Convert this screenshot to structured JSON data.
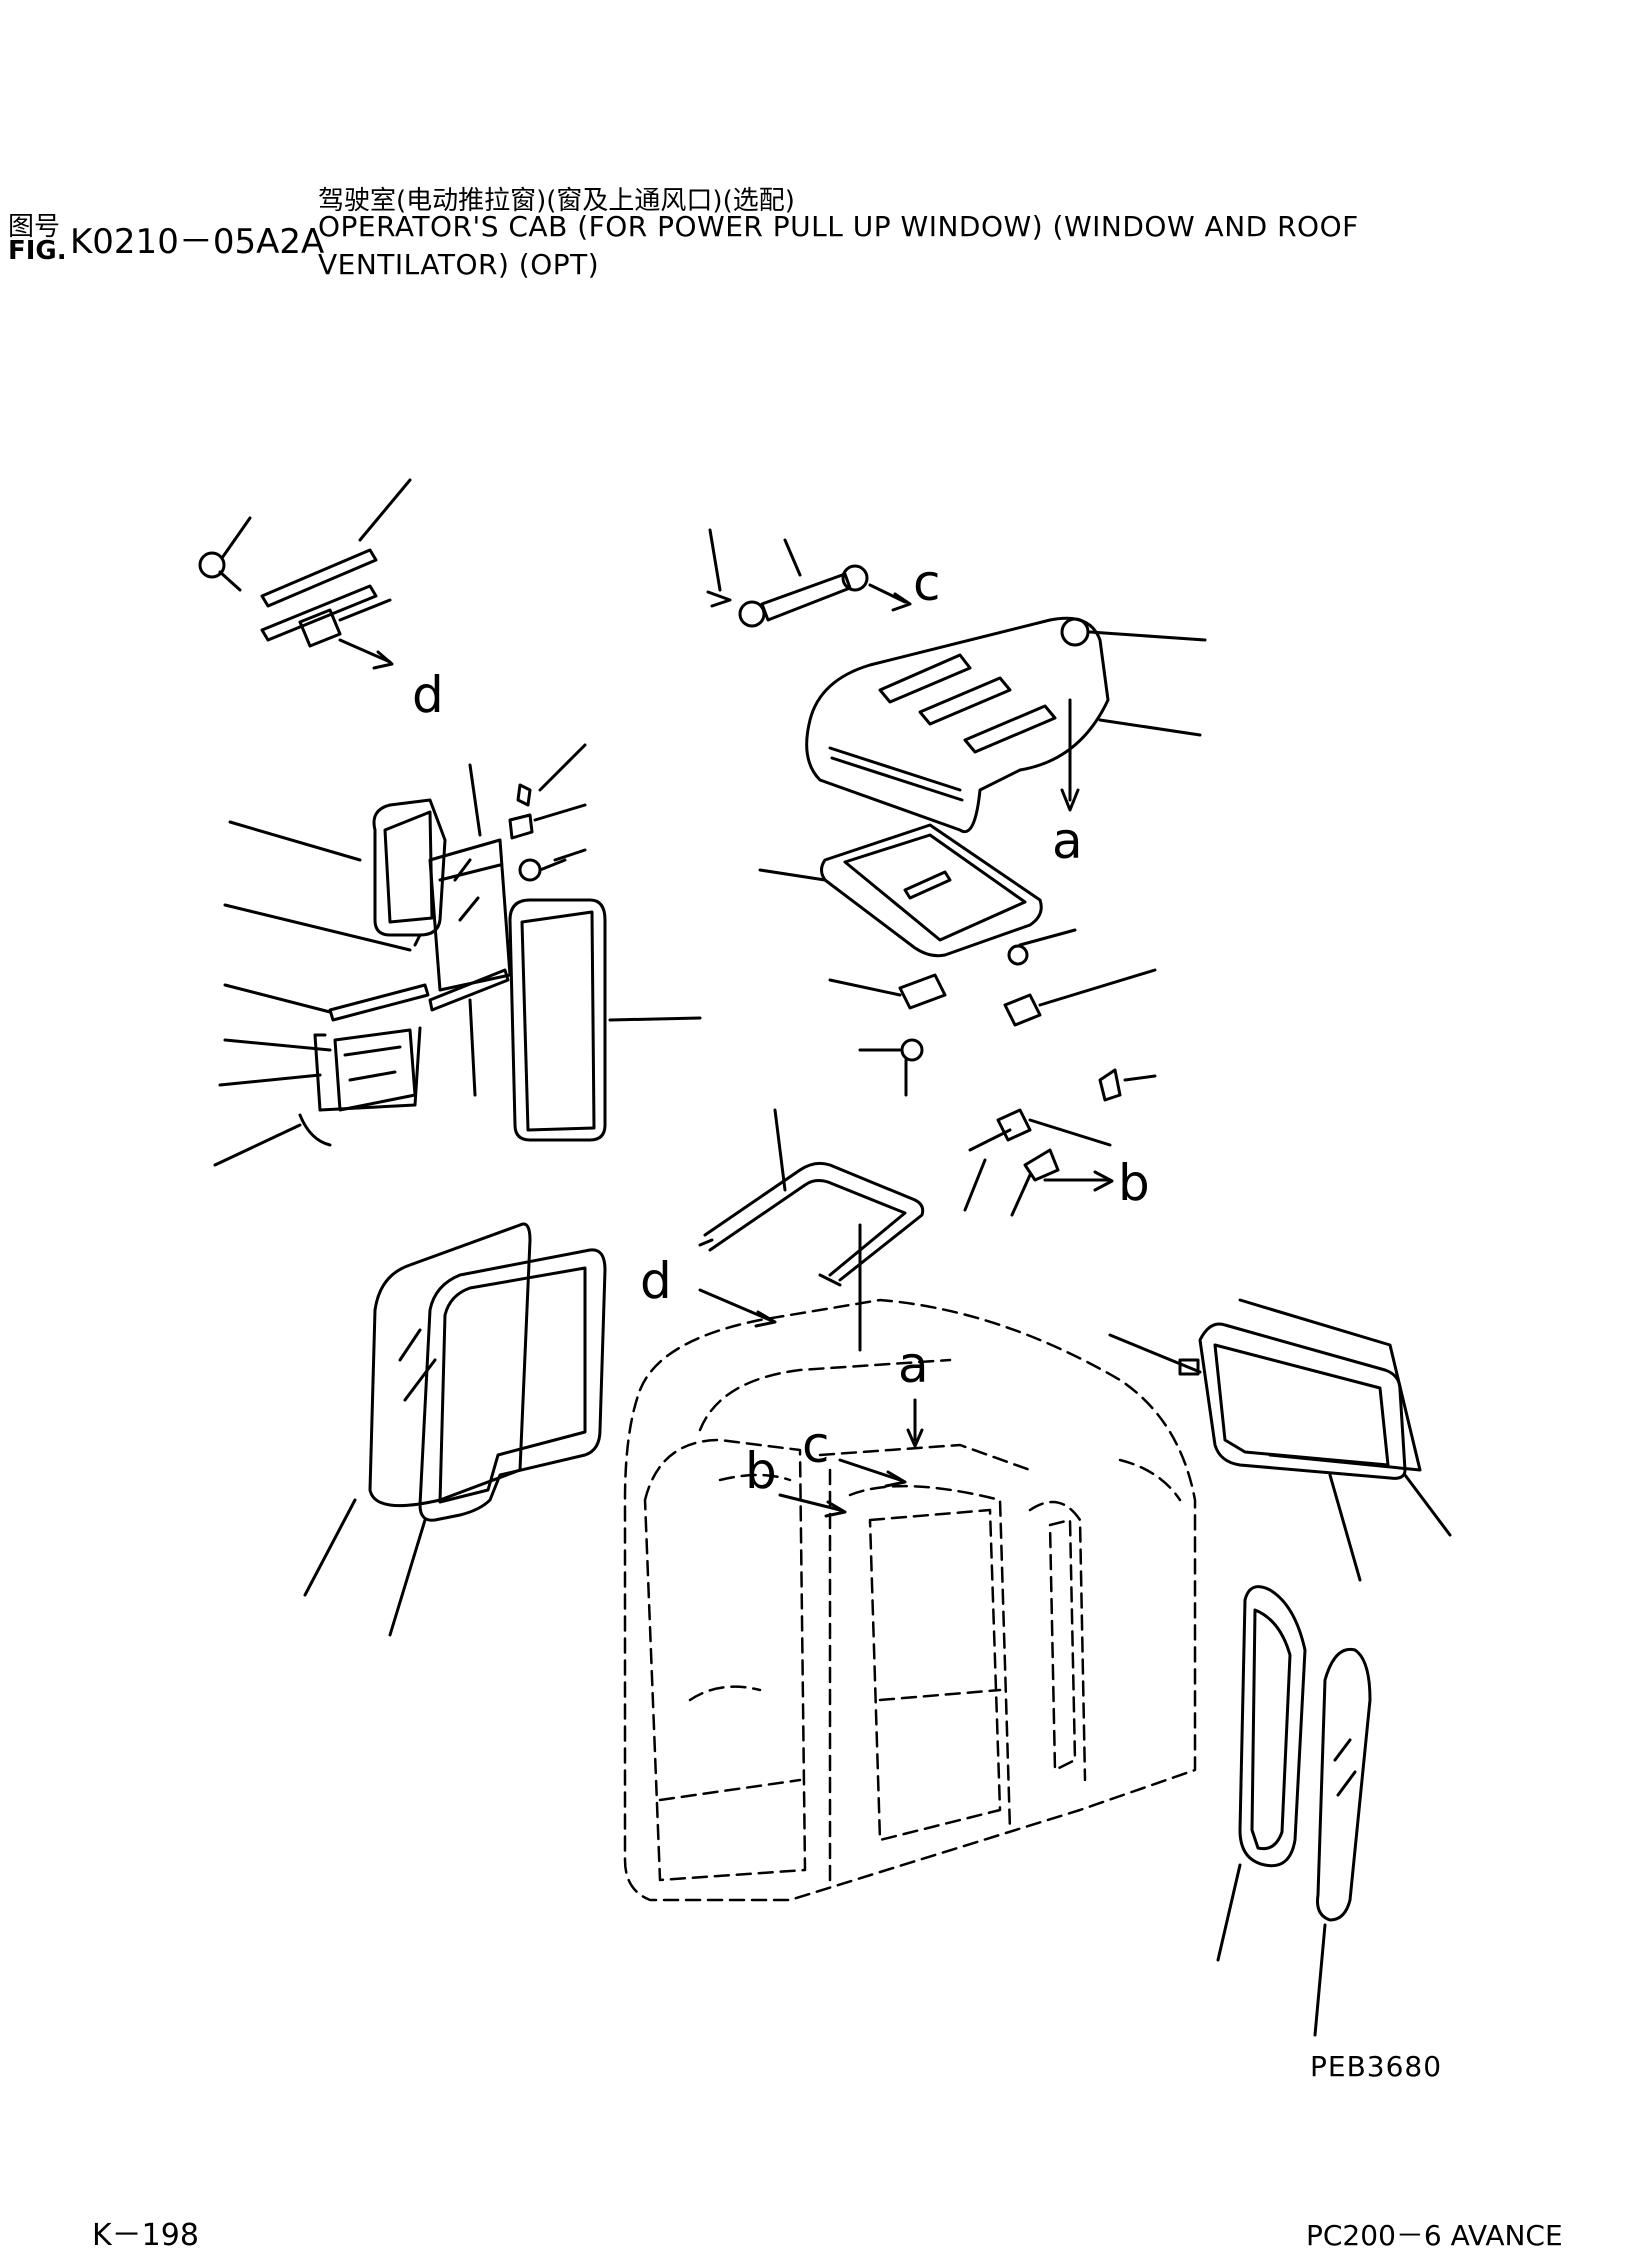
{
  "header": {
    "fig_label_cn": "图号",
    "fig_label_en": "FIG.",
    "fig_number": "K0210－05A2A",
    "title_cn": "驾驶室(电动推拉窗)(窗及上通风口)(选配)",
    "title_en_line1": "OPERATOR'S CAB (FOR POWER PULL UP WINDOW) (WINDOW AND ROOF",
    "title_en_line2": "VENTILATOR) (OPT)"
  },
  "callouts": {
    "a_top": "a",
    "b_top": "b",
    "c_top": "c",
    "d_top": "d",
    "a_cab": "a",
    "b_cab": "b",
    "c_cab": "c",
    "d_cab": "d"
  },
  "drawing_code": "PEB3680",
  "footer": {
    "page": "K－198",
    "model": "PC200－6 AVANCE"
  }
}
